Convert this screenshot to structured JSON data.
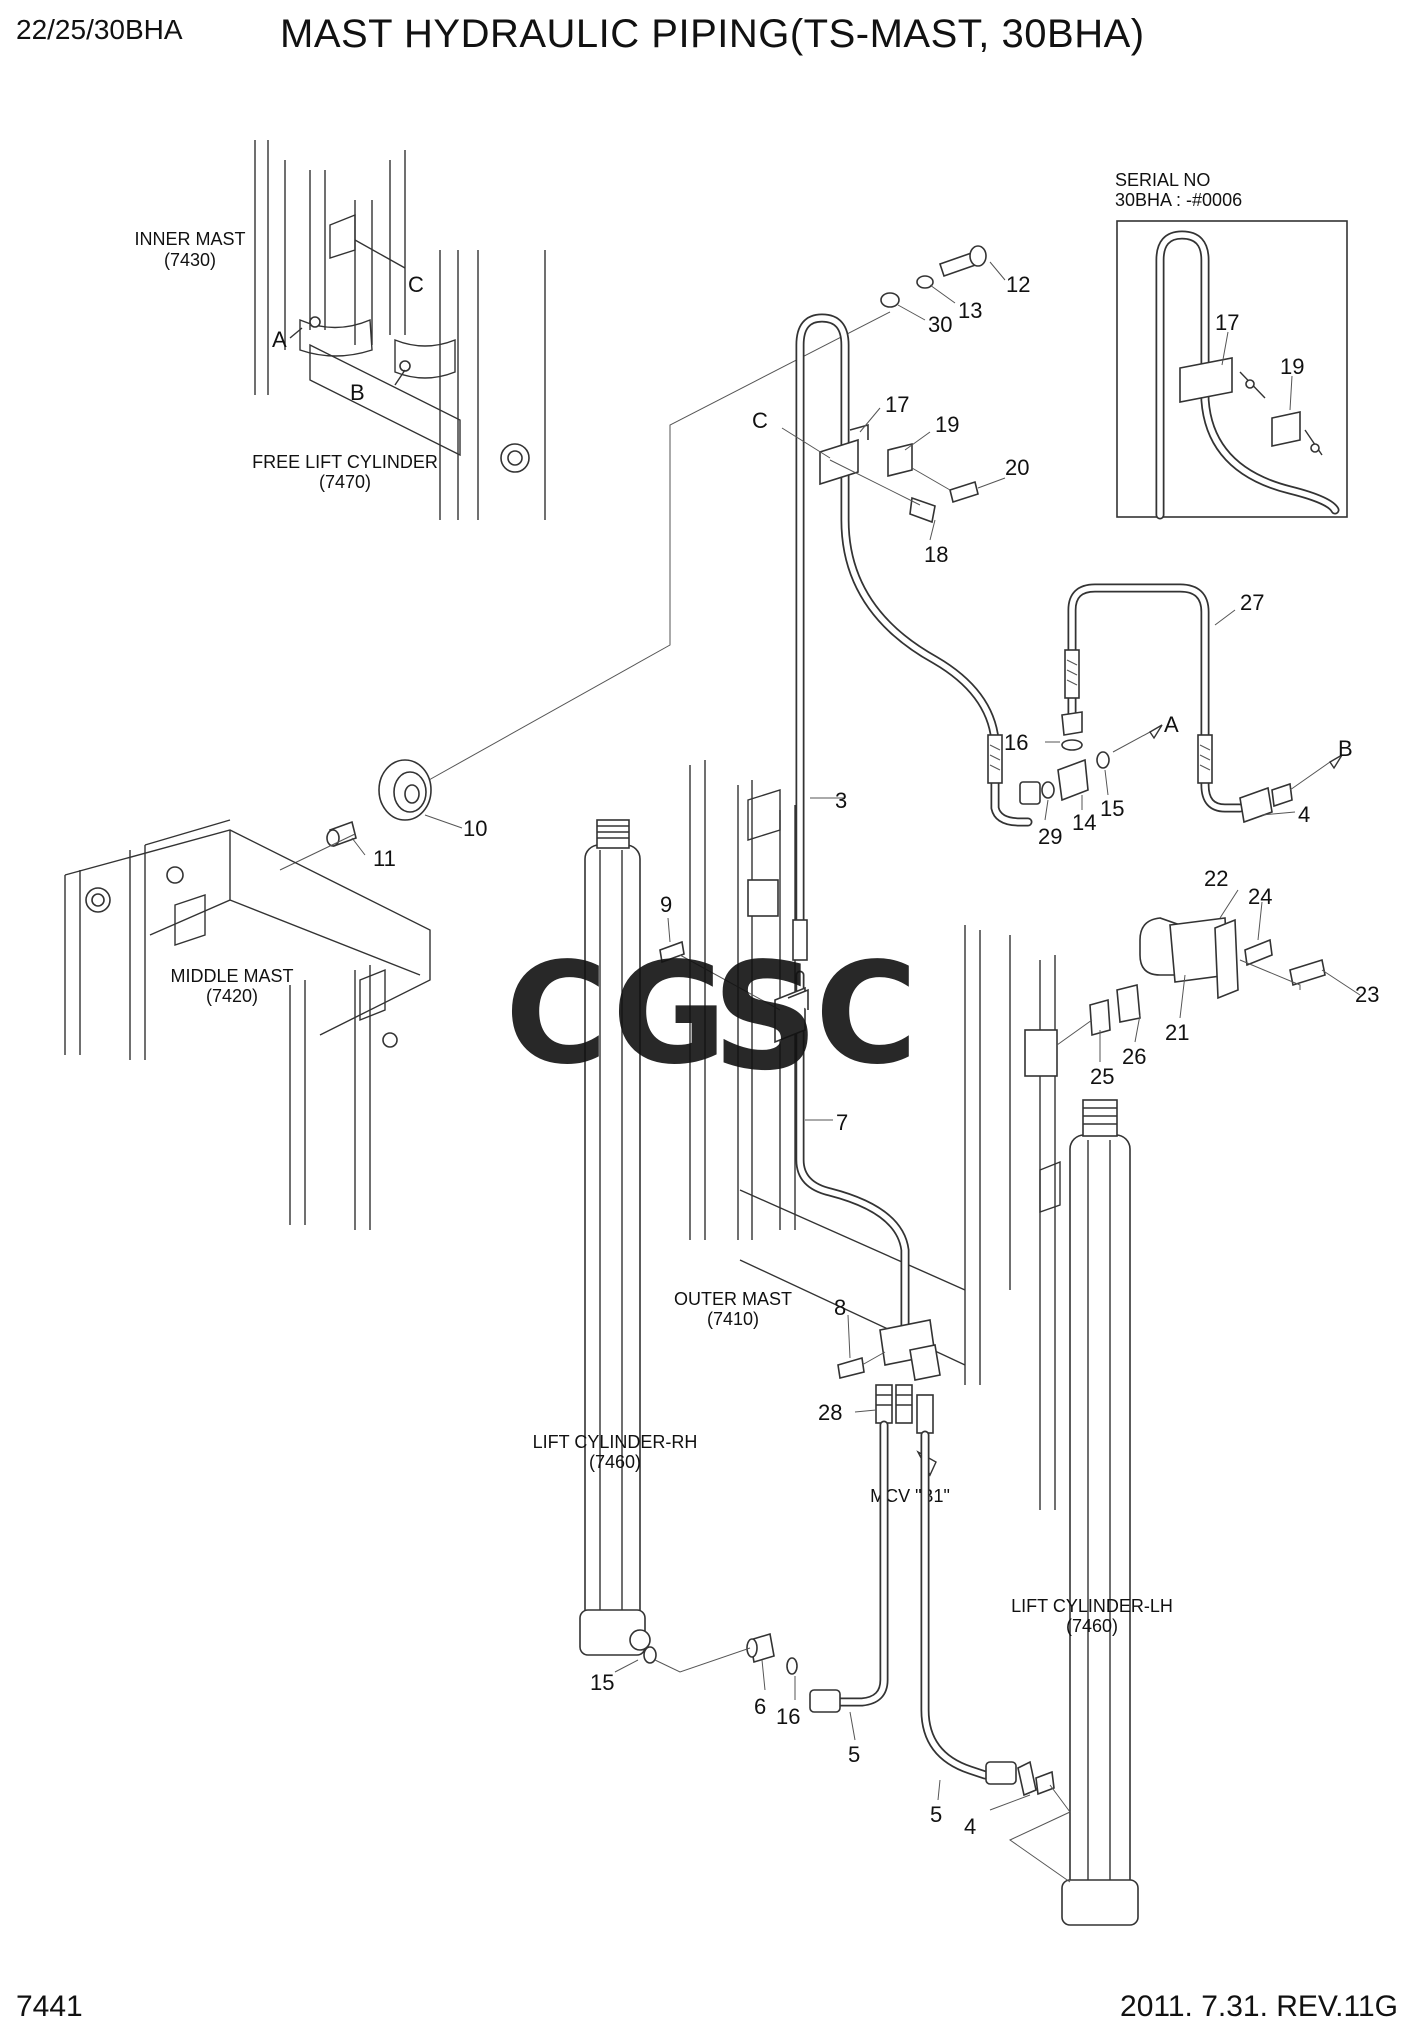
{
  "header": {
    "model_code": "22/25/30BHA",
    "title": "MAST HYDRAULIC PIPING(TS-MAST, 30BHA)"
  },
  "footer": {
    "page_number": "7441",
    "revision": "2011. 7.31.  REV.11G"
  },
  "watermark": {
    "letters": [
      "C",
      "G",
      "S",
      "C"
    ],
    "colors": [
      "#7aa6f2",
      "#f28f86",
      "#f5d95a",
      "#7fd1a3"
    ]
  },
  "inset": {
    "serial_line1": "SERIAL NO",
    "serial_line2": "30BHA : -#0006",
    "callouts": [
      "17",
      "19"
    ]
  },
  "assembly_labels": {
    "inner_mast": "INNER MAST",
    "inner_mast_code": "(7430)",
    "free_lift_cylinder": "FREE LIFT CYLINDER",
    "free_lift_cylinder_code": "(7470)",
    "middle_mast": "MIDDLE MAST",
    "middle_mast_code": "(7420)",
    "outer_mast": "OUTER MAST",
    "outer_mast_code": "(7410)",
    "lift_cylinder_rh": "LIFT CYLINDER-RH",
    "lift_cylinder_rh_code": "(7460)",
    "lift_cylinder_lh": "LIFT CYLINDER-LH",
    "lift_cylinder_lh_code": "(7460)",
    "mcv": "MCV \"B1\""
  },
  "port_letters": {
    "a_inset": "A",
    "b_inset": "B",
    "c_inset": "C",
    "c_bracket": "C",
    "a_arrow": "A",
    "b_arrow": "B"
  },
  "callouts": {
    "c12": "12",
    "c13": "13",
    "c30": "30",
    "c17": "17",
    "c19": "19",
    "c20": "20",
    "c18": "18",
    "c27": "27",
    "c16a": "16",
    "c29": "29",
    "c14": "14",
    "c15a": "15",
    "c4a": "4",
    "c3": "3",
    "c10": "10",
    "c11": "11",
    "c9": "9",
    "c7": "7",
    "c22": "22",
    "c24": "24",
    "c23": "23",
    "c21": "21",
    "c26": "26",
    "c25": "25",
    "c8": "8",
    "c28": "28",
    "c15b": "15",
    "c6": "6",
    "c16b": "16",
    "c5a": "5",
    "c5b": "5",
    "c4b": "4"
  }
}
